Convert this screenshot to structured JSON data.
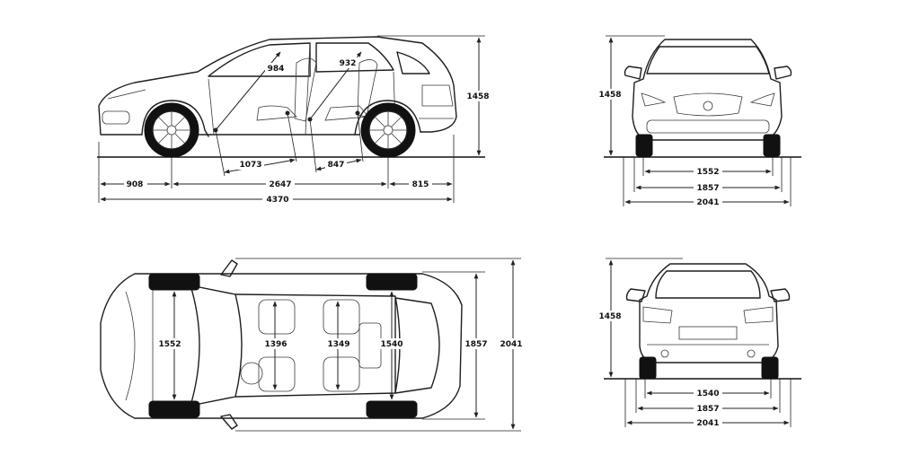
{
  "side_view": {
    "height": "1458",
    "front_overhang": "908",
    "wheelbase": "2647",
    "rear_overhang": "815",
    "length": "4370",
    "front_headroom": "984",
    "rear_headroom": "932",
    "front_legroom": "1073",
    "rear_legroom": "847"
  },
  "front_view": {
    "height": "1458",
    "track": "1552",
    "width": "1857",
    "width_mirrors": "2041"
  },
  "top_view": {
    "front_track": "1552",
    "front_shoulder": "1396",
    "rear_shoulder": "1349",
    "rear_track": "1540",
    "width": "1857",
    "width_mirrors": "2041"
  },
  "rear_view": {
    "height": "1458",
    "track": "1540",
    "width": "1857",
    "width_mirrors": "2041"
  },
  "colors": {
    "line": "#1e1e1e",
    "background": "#ffffff"
  }
}
